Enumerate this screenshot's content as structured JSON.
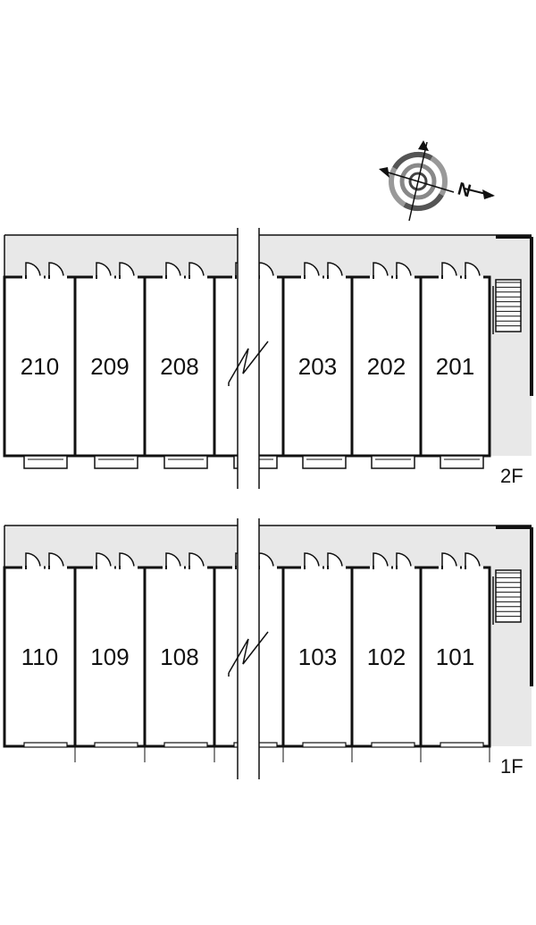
{
  "compass": {
    "north_label": "N",
    "icon": "compass-rose-icon"
  },
  "floors": [
    {
      "id": "2F",
      "label": "2F",
      "units": [
        "210",
        "209",
        "208",
        "",
        "203",
        "202",
        "201"
      ]
    },
    {
      "id": "1F",
      "label": "1F",
      "units": [
        "110",
        "109",
        "108",
        "",
        "103",
        "102",
        "101"
      ]
    }
  ],
  "colors": {
    "corridor": "#e8e8e8",
    "wall": "#111111",
    "background": "#ffffff"
  }
}
